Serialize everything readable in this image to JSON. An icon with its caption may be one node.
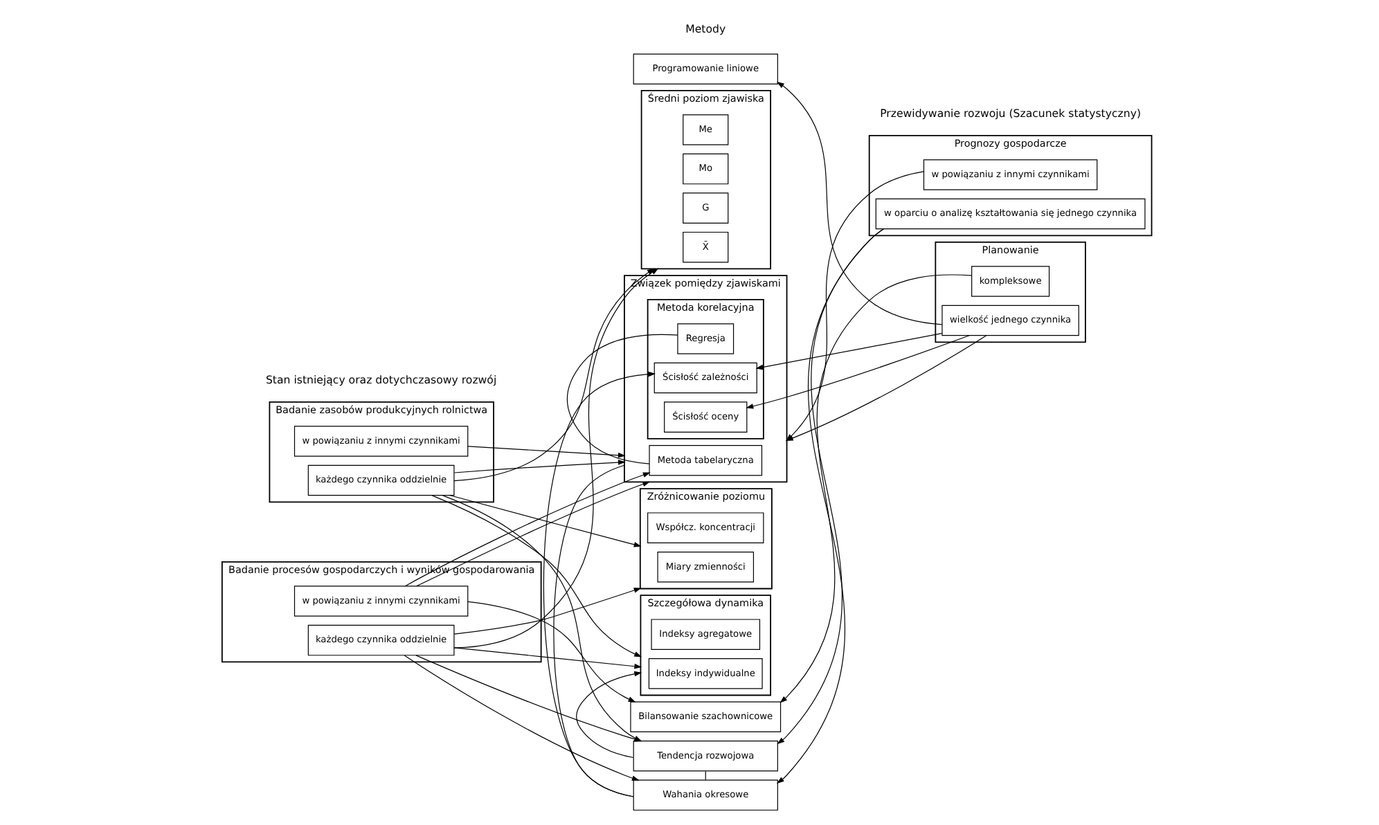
{
  "diagram": {
    "nodes": [
      {
        "text": [
          "Badanie zasobów produkcyjnych rolnictwa"
        ]
      },
      {
        "text": [
          "każdego czynnika oddzielnie"
        ],
        "in": 0
      },
      {
        "text": [
          "w powiązaniu z innymi czynnikami"
        ],
        "in": 0
      },
      {
        "text": [
          "Badanie procesów gospodarczych i wyników gospodarowania"
        ]
      },
      {
        "text": [
          "każdego czynnika oddzielnie"
        ],
        "in": 3
      },
      {
        "text": [
          "w powiązaniu z innymi czynnikami"
        ],
        "in": 3
      },
      {
        "text": [
          "Średni poziom zjawiska"
        ]
      },
      {
        "text": [
          "X̄"
        ],
        "in": 6
      },
      {
        "text": [
          "Me"
        ],
        "in": 6
      },
      {
        "text": [
          "Mo"
        ],
        "in": 6
      },
      {
        "text": [
          "G"
        ],
        "in": 6
      },
      {
        "text": [
          "Zróżnicowanie poziomu"
        ]
      },
      {
        "text": [
          "Miary zmienności"
        ],
        "in": 11
      },
      {
        "text": [
          "Współcz. koncentracji"
        ],
        "in": 11
      },
      {
        "text": [
          "Szczegółowa dynamika"
        ]
      },
      {
        "text": [
          "Indeksy indywidualne"
        ],
        "in": 14
      },
      {
        "text": [
          "Indeksy agregatowe"
        ],
        "in": 14
      },
      {
        "text": [
          "Tendencja rozwojowa"
        ]
      },
      {
        "text": [
          "Wahania okresowe"
        ]
      },
      {
        "text": [
          "Związek pomiędzy zjawiskami"
        ]
      },
      {
        "text": [
          "Metoda tabelaryczna"
        ],
        "in": 19
      },
      {
        "text": [
          "Metoda korelacyjna"
        ],
        "in": 19
      },
      {
        "text": [
          "Regresja"
        ],
        "in": 21
      },
      {
        "text": [
          "Ścisłość zależności"
        ],
        "in": 21
      },
      {
        "text": [
          "Ścisłość oceny"
        ],
        "in": 21
      },
      {
        "text": [
          "Bilansowanie szachownicowe"
        ]
      },
      {
        "text": [
          "Programowanie liniowe"
        ]
      },
      {
        "text": [
          "Prognozy gospodarcze"
        ]
      },
      {
        "text": [
          "w oparciu o analizę kształtowania się jednego czynnika"
        ],
        "in": 27
      },
      {
        "text": [
          "w powiązaniu z innymi czynnikami"
        ],
        "in": 27
      },
      {
        "text": [
          "Planowanie"
        ]
      },
      {
        "text": [
          "wielkość jednego czynnika"
        ],
        "in": 30
      },
      {
        "text": [
          "kompleksowe"
        ],
        "in": 30
      }
    ],
    "edges": [
      {
        "from": 1,
        "to": 6,
        "arrow": "to"
      },
      {
        "from": 1,
        "to": 11,
        "arrow": "to"
      },
      {
        "from": 1,
        "to": 14,
        "arrow": "to"
      },
      {
        "from": 1,
        "to": 17,
        "arrow": "to"
      },
      {
        "from": 1,
        "to": 19,
        "arrow": "to"
      },
      {
        "from": 2,
        "to": 19,
        "arrow": "to"
      },
      {
        "from": 4,
        "to": 6,
        "arrow": "to"
      },
      {
        "from": 4,
        "to": 11,
        "arrow": "to"
      },
      {
        "from": 4,
        "to": 14,
        "arrow": "to"
      },
      {
        "from": 4,
        "to": 17,
        "arrow": "to"
      },
      {
        "from": 4,
        "to": 18,
        "arrow": "to"
      },
      {
        "from": 5,
        "to": 19,
        "arrow": "to"
      },
      {
        "from": 5,
        "to": 20,
        "arrow": "to"
      },
      {
        "from": 5,
        "to": 25,
        "arrow": "to"
      },
      {
        "from": 17,
        "to": 14,
        "arrow": "to"
      },
      {
        "from": 18,
        "to": 17,
        "arrow": "none"
      },
      {
        "from": 18,
        "to": 19,
        "arrow": "none"
      },
      {
        "from": 20,
        "to": 22,
        "arrow": "none"
      },
      {
        "from": 18,
        "to": 23,
        "arrow": "to"
      },
      {
        "from": 28,
        "to": 17,
        "arrow": "to"
      },
      {
        "from": 28,
        "to": 18,
        "arrow": "to"
      },
      {
        "from": 29,
        "to": 19,
        "arrow": "to"
      },
      {
        "from": 31,
        "to": 19,
        "arrow": "to"
      },
      {
        "from": 31,
        "to": 23,
        "arrow": "to"
      },
      {
        "from": 31,
        "to": 24,
        "arrow": "to"
      },
      {
        "from": 31,
        "to": 26,
        "arrow": "to"
      },
      {
        "from": 32,
        "to": 25,
        "arrow": "to"
      }
    ],
    "labels": [
      "Stan istniejący oraz dotychczasowy rozwój",
      "Metody",
      "Przewidywanie rozwoju (Szacunek statystyczny)"
    ]
  }
}
